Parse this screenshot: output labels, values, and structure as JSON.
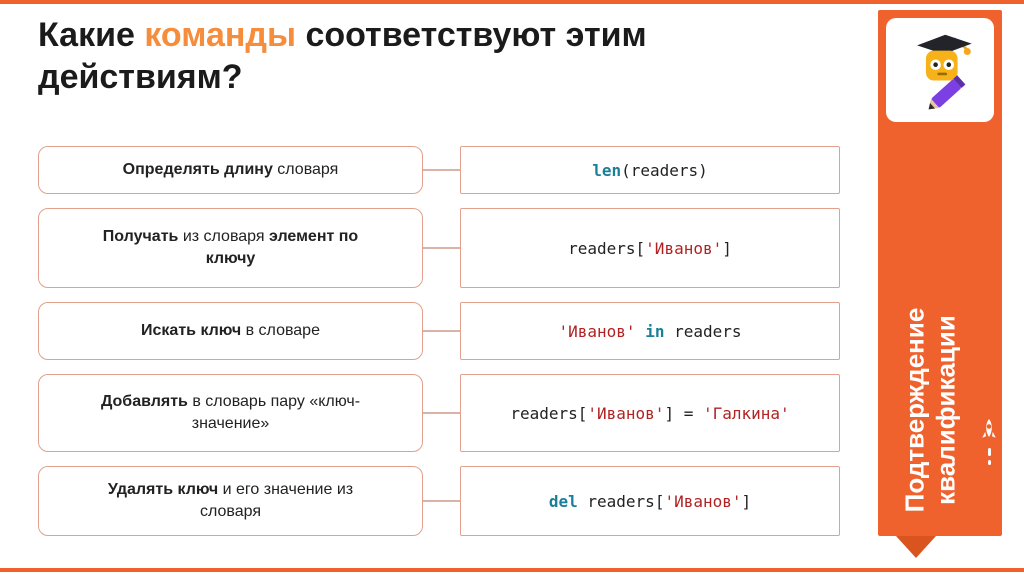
{
  "colors": {
    "accent": "#f0622d",
    "accent_dark": "#d9541e",
    "title_highlight": "#f68d3d",
    "keyword": "#1b7f99",
    "string": "#b22222",
    "box_border": "#e2a18e",
    "connector": "#d9b3a6"
  },
  "title": {
    "prefix": "Какие ",
    "highlight": "команды",
    "suffix": " соответствуют этим действиям?"
  },
  "rows": [
    {
      "action": [
        {
          "text": "Определять длину",
          "bold": true
        },
        {
          "text": " словаря",
          "bold": false
        }
      ],
      "code": [
        {
          "text": "len",
          "type": "kw"
        },
        {
          "text": "(readers)",
          "type": "plain"
        }
      ]
    },
    {
      "action": [
        {
          "text": "Получать",
          "bold": true
        },
        {
          "text": " из словаря ",
          "bold": false
        },
        {
          "text": "элемент по ключу",
          "bold": true
        }
      ],
      "code": [
        {
          "text": "readers[",
          "type": "plain"
        },
        {
          "text": "'Иванов'",
          "type": "str"
        },
        {
          "text": "]",
          "type": "plain"
        }
      ]
    },
    {
      "action": [
        {
          "text": "Искать ключ",
          "bold": true
        },
        {
          "text": " в словаре",
          "bold": false
        }
      ],
      "code": [
        {
          "text": "'Иванов'",
          "type": "str"
        },
        {
          "text": " ",
          "type": "plain"
        },
        {
          "text": "in",
          "type": "kw"
        },
        {
          "text": " readers",
          "type": "plain"
        }
      ]
    },
    {
      "action": [
        {
          "text": "Добавлять",
          "bold": true
        },
        {
          "text": " в словарь пару «ключ-значение»",
          "bold": false
        }
      ],
      "code": [
        {
          "text": "readers[",
          "type": "plain"
        },
        {
          "text": "'Иванов'",
          "type": "str"
        },
        {
          "text": "] = ",
          "type": "plain"
        },
        {
          "text": "'Галкина'",
          "type": "str"
        }
      ]
    },
    {
      "action": [
        {
          "text": "Удалять ключ",
          "bold": true
        },
        {
          "text": " и его значение из словаря",
          "bold": false
        }
      ],
      "code": [
        {
          "text": "del",
          "type": "kw"
        },
        {
          "text": " readers[",
          "type": "plain"
        },
        {
          "text": "'Иванов'",
          "type": "str"
        },
        {
          "text": "]",
          "type": "plain"
        }
      ]
    }
  ],
  "ribbon": {
    "line1": "Подтверждение",
    "line2": "квалификации"
  },
  "icons": {
    "mascot": "graduate-pencil-mascot",
    "rocket": "rocket"
  }
}
